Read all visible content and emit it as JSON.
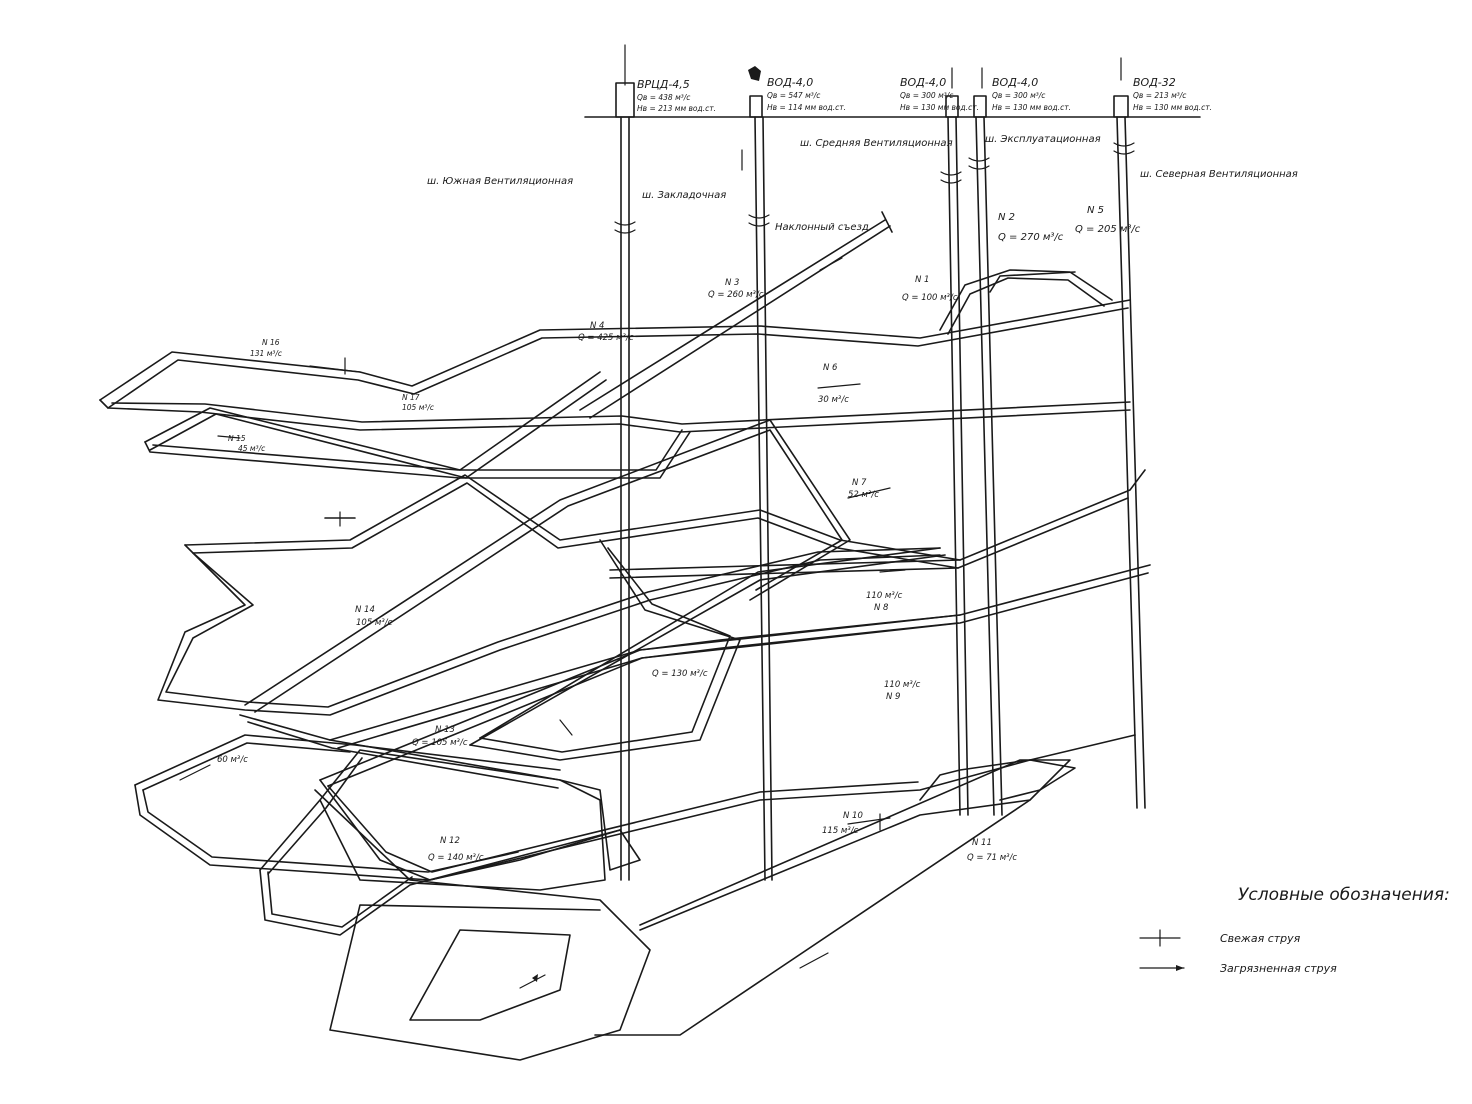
{
  "fans": [
    {
      "name": "ВРЦД-4,5",
      "q": "Qв = 438 м³/с",
      "h": "Hв = 213 мм вод.ст."
    },
    {
      "name": "ВОД-4,0",
      "q": "Qв = 547 м³/с",
      "h": "Hв = 114 мм вод.ст."
    },
    {
      "name": "ВОД-4,0",
      "q": "Qв = 300 м³/с",
      "h": "Hв = 130 мм вод.ст."
    },
    {
      "name": "ВОД-4,0",
      "q": "Qв = 300 м³/с",
      "h": "Hв = 130 мм вод.ст."
    },
    {
      "name": "ВОД-32",
      "q": "Qв = 213 м³/с",
      "h": "Hв = 130 мм вод.ст."
    }
  ],
  "shafts": {
    "south": "ш. Южная Вентиляционная",
    "backfill": "ш. Закладочная",
    "middle": "ш. Средняя Вентиляционная",
    "operational": "ш. Эксплуатационная",
    "north": "ш. Северная Вентиляционная",
    "incline": "Наклонный съезд"
  },
  "stations": {
    "n1": {
      "num": "N 1",
      "q": "Q = 100 м³/с"
    },
    "n2": {
      "num": "N 2",
      "q": "Q = 270 м³/с"
    },
    "n3": {
      "num": "N 3",
      "q": "Q = 260 м³/с"
    },
    "n4": {
      "num": "N 4",
      "q": "Q = 425 м³/с"
    },
    "n5": {
      "num": "N 5",
      "q": "Q = 205 м³/с"
    },
    "n6": {
      "num": "N 6",
      "q": "30 м³/с"
    },
    "n7": {
      "num": "N 7",
      "q": "52 м³/с"
    },
    "n8": {
      "num": "N 8",
      "q": "110 м³/с"
    },
    "n9": {
      "num": "N 9",
      "q": "110 м³/с"
    },
    "n10": {
      "num": "N 10",
      "q": "115 м³/с"
    },
    "n11": {
      "num": "N 11",
      "q": "Q = 71 м³/с"
    },
    "n12": {
      "num": "N 12",
      "q": "Q = 140 м³/с"
    },
    "n13": {
      "num": "N 13",
      "q": "Q = 105 м³/с"
    },
    "n14": {
      "num": "N 14",
      "q": "105 м³/с"
    },
    "n15": {
      "num": "N 15",
      "q": "45 м³/с"
    },
    "n16": {
      "num": "N 16",
      "q": "131 м³/с"
    },
    "n17": {
      "num": "N 17",
      "q": "105 м³/с"
    }
  },
  "extra_flows": {
    "q130": "Q = 130 м³/с",
    "q60": "60 м³/с"
  },
  "legend": {
    "title": "Условные обозначения:",
    "fresh": "Свежая струя",
    "dirty": "Загрязненная струя"
  }
}
